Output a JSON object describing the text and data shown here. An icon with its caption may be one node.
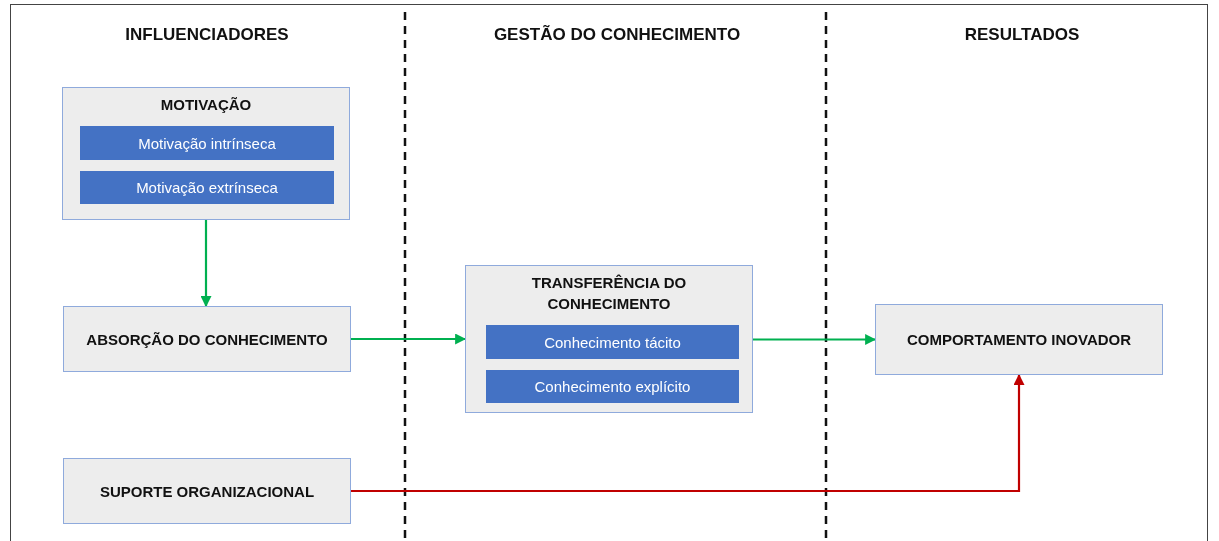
{
  "diagram": {
    "nodes": [
      {
        "text": [
          "MOTIVAÇÃO"
        ]
      },
      {
        "text": [
          "Motivação intrínseca"
        ],
        "in": 0
      },
      {
        "text": [
          "Motivação extrínseca"
        ],
        "in": 0
      },
      {
        "text": [
          "ABSORÇÃO DO CONHECIMENTO"
        ]
      },
      {
        "text": [
          "TRANSFERÊNCIA DO CONHECIMENTO"
        ]
      },
      {
        "text": [
          "Conhecimento tácito"
        ],
        "in": 4
      },
      {
        "text": [
          "Conhecimento explícito"
        ],
        "in": 4
      },
      {
        "text": [
          "COMPORTAMENTO INOVADOR"
        ]
      },
      {
        "text": [
          "SUPORTE ORGANIZACIONAL"
        ]
      }
    ],
    "edges": [
      {
        "from": 0,
        "to": 3,
        "arrow": "to"
      },
      {
        "from": 3,
        "to": 4,
        "arrow": "to"
      },
      {
        "from": 4,
        "to": 7,
        "arrow": "to"
      },
      {
        "from": 8,
        "to": 7,
        "arrow": "to",
        "color": "#c00000"
      }
    ],
    "labels": [
      "INFLUENCIADORES",
      "GESTÃO DO CONHECIMENTO",
      "RESULTADOS"
    ]
  }
}
